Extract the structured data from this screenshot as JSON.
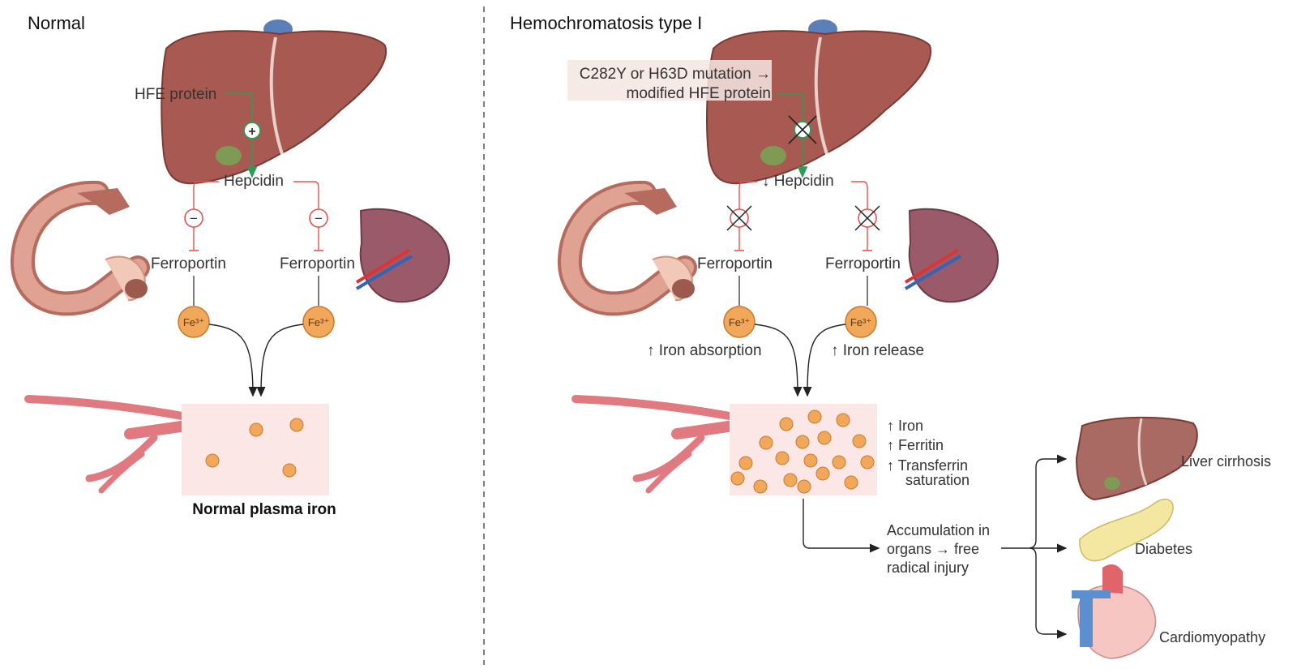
{
  "panels": {
    "normal": {
      "title": "Normal",
      "hfe_label": "HFE protein",
      "hepcidin_label": "Hepcidin",
      "ferroportin_left": "Ferroportin",
      "ferroportin_right": "Ferroportin",
      "fe_left": "Fe³⁺",
      "fe_right": "Fe³⁺",
      "plasma_label": "Normal plasma iron",
      "plus_symbol": "+",
      "minus_left": "−",
      "minus_right": "−"
    },
    "disease": {
      "title": "Hemochromatosis type I",
      "mutation_line1": "C282Y or H63D mutation →",
      "mutation_line2": "modified HFE protein",
      "hepcidin_label": "↓ Hepcidin",
      "ferroportin_left": "Ferroportin",
      "ferroportin_right": "Ferroportin",
      "fe_left": "Fe³⁺",
      "fe_right": "Fe³⁺",
      "absorption_label": "↑ Iron absorption",
      "release_label": "↑ Iron release",
      "lab_iron": "↑ Iron",
      "lab_ferritin": "↑ Ferritin",
      "lab_transferrin_1": "↑ Transferrin",
      "lab_transferrin_2": "saturation",
      "accum_1": "Accumulation in",
      "accum_2": "organs → free",
      "accum_3": "radical injury",
      "outcome_liver": "Liver cirrhosis",
      "outcome_diabetes": "Diabetes",
      "outcome_heart": "Cardiomyopathy"
    }
  },
  "colors": {
    "liver": "#a85a52",
    "spleen": "#9a5a6a",
    "intestine": "#d79a8a",
    "vessel": "#e07a80",
    "iron": "#f2a85a",
    "stimulate": "#2e9b57",
    "inhibit": "#e0554f",
    "plasma_box": "#fbe8e6",
    "pancreas": "#f3e7a2",
    "heart": "#f5c6c2",
    "heart_vessel_red": "#e0656a",
    "heart_vessel_blue": "#5b8fd0",
    "divider": "#555555"
  }
}
